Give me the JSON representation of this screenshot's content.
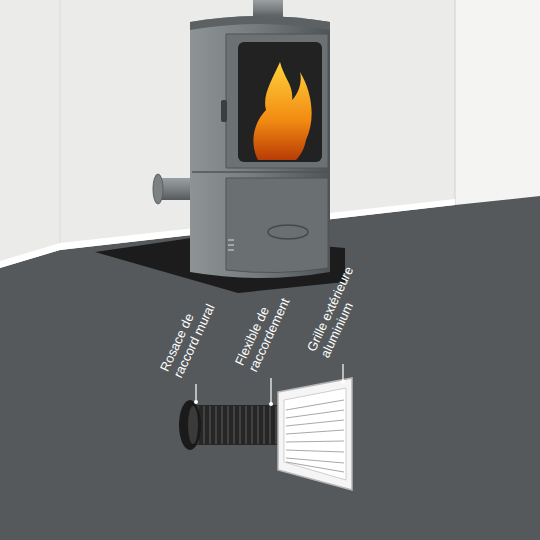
{
  "diagram": {
    "labels": [
      "Rosace de raccord mural",
      "Flexible de raccordement",
      "Grille extérieure aluminium"
    ]
  }
}
